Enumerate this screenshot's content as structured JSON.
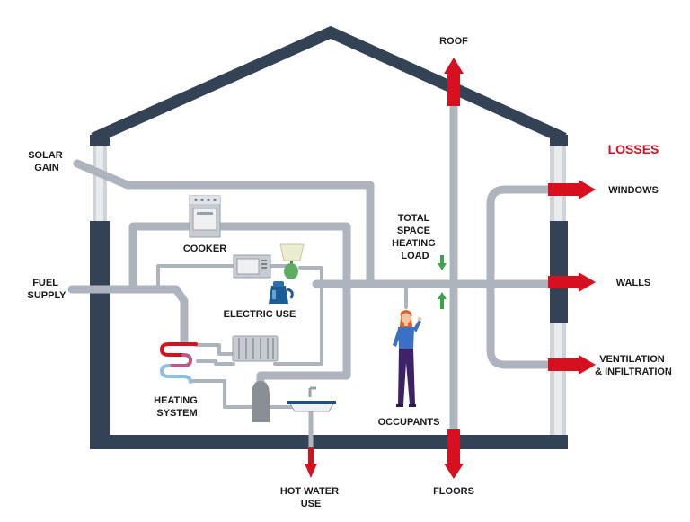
{
  "colors": {
    "wall": "#344255",
    "pipe": "#aeb4bd",
    "arrow": "#d6101f",
    "green": "#3ba34a",
    "hot": "#d6101f",
    "cold": "#8fbfe0"
  },
  "labels": {
    "roof": "ROOF",
    "losses": "LOSSES",
    "solar_gain": [
      "SOLAR",
      "GAIN"
    ],
    "windows": "WINDOWS",
    "total_space_heating_load": [
      "TOTAL",
      "SPACE",
      "HEATING",
      "LOAD"
    ],
    "cooker": "COOKER",
    "fuel_supply": [
      "FUEL",
      "SUPPLY"
    ],
    "walls": "WALLS",
    "electric_use": "ELECTRIC USE",
    "ventilation": [
      "VENTILATION",
      "& INFILTRATION"
    ],
    "heating_system": [
      "HEATING",
      "SYSTEM"
    ],
    "occupants": "OCCUPANTS",
    "hot_water_use": [
      "HOT WATER",
      "USE"
    ],
    "floors": "FLOORS"
  }
}
